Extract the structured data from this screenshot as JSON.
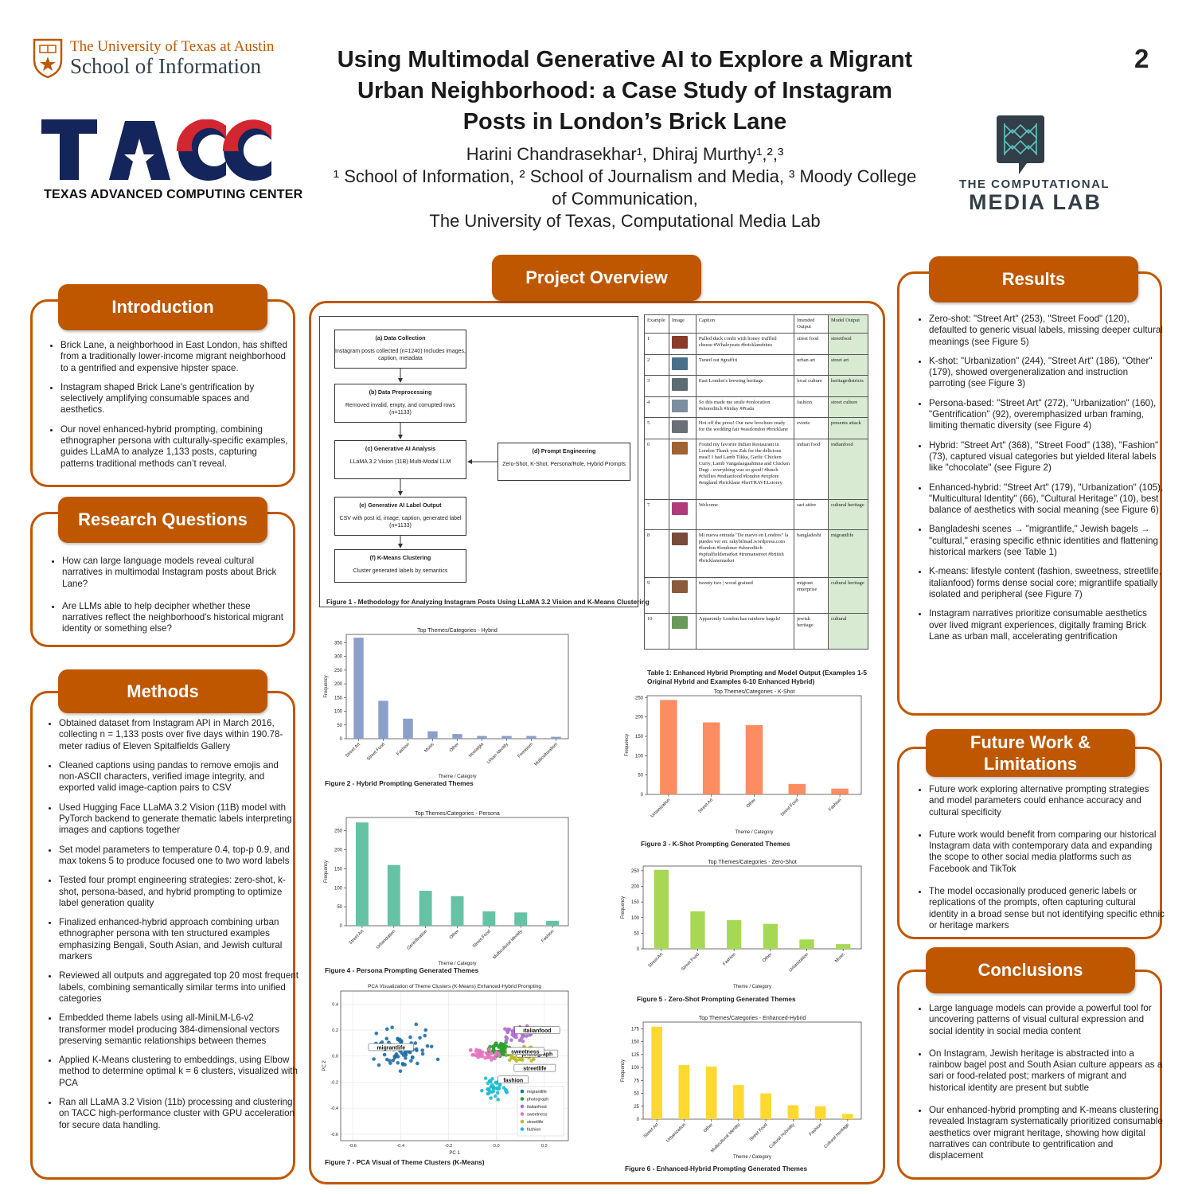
{
  "header": {
    "title_lines": [
      "Using Multimodal Generative AI to Explore a Migrant",
      "Urban Neighborhood: a Case Study of Instagram",
      "Posts in London’s Brick Lane"
    ],
    "authors_line": "Harini Chandrasekhar¹, Dhiraj Murthy¹,²,³",
    "affil_line1": "¹ School of Information, ² School of Journalism and Media, ³ Moody College",
    "affil_line2": "of Communication,",
    "affil_line3": "The University of Texas, Computational Media Lab",
    "page_number": "2"
  },
  "logos": {
    "ut_line1": "The University of Texas at Austin",
    "ut_line2": "School of Information",
    "tacc_sub": "TEXAS ADVANCED COMPUTING CENTER",
    "cml_line1": "THE COMPUTATIONAL",
    "cml_line2": "MEDIA LAB"
  },
  "sections": {
    "introduction": {
      "title": "Introduction",
      "bullets": [
        "Brick Lane, a neighborhood in East London, has shifted from a traditionally lower-income migrant neighborhood to a gentrified and expensive hipster space.",
        "Instagram shaped Brick Lane's gentrification by selectively amplifying consumable spaces and aesthetics.",
        "Our novel enhanced-hybrid prompting, combining ethnographer persona with culturally-specific examples, guides LLaMA to analyze 1,133 posts, capturing patterns traditional methods can’t reveal."
      ]
    },
    "research_questions": {
      "title": "Research Questions",
      "bullets": [
        "How can large language models reveal cultural narratives in multimodal Instagram posts about Brick Lane?",
        "Are LLMs able to help decipher whether these narratives reflect the neighborhood's historical migrant identity or something else?"
      ]
    },
    "methods": {
      "title": "Methods",
      "bullets": [
        "Obtained dataset from Instagram API in March 2016, collecting n = 1,133 posts over five days within 190.78-meter radius of Eleven Spitalfields Gallery",
        "Cleaned captions using pandas to remove emojis and non-ASCII characters, verified image integrity, and exported valid image-caption pairs to CSV",
        "Used Hugging Face LLaMA 3.2 Vision (11B) model with PyTorch backend to generate thematic labels interpreting images and captions together",
        "Set model parameters to temperature 0.4, top-p 0.9, and max tokens 5 to produce focused one to two word labels",
        "Tested four prompt engineering strategies: zero-shot, k-shot, persona-based, and hybrid prompting to optimize label generation quality",
        "Finalized enhanced-hybrid approach combining urban ethnographer persona with ten structured examples emphasizing Bengali, South Asian, and Jewish cultural markers",
        "Reviewed all outputs and aggregated top 20 most frequent labels, combining semantically similar terms into unified categories",
        "Embedded theme labels using all-MiniLM-L6-v2 transformer model producing 384-dimensional vectors preserving semantic relationships between themes",
        "Applied K-Means clustering to embeddings, using Elbow method to determine optimal k = 6 clusters, visualized with PCA",
        "Ran all LLaMA 3.2 Vision (11b) processing and clustering on TACC high-performance cluster with GPU acceleration for secure data handling."
      ]
    },
    "project_overview": {
      "title": "Project Overview"
    },
    "results": {
      "title": "Results",
      "bullets": [
        "Zero-shot: \"Street Art\" (253), \"Street Food\" (120), defaulted to generic visual labels, missing deeper cultural meanings (see Figure 5)",
        "K-shot: \"Urbanization\" (244), \"Street Art\" (186), \"Other\" (179), showed overgeneralization and instruction parroting (see Figure 3)",
        "Persona-based: \"Street Art\" (272), \"Urbanization\" (160), \"Gentrification\" (92), overemphasized urban framing, limiting thematic diversity (see Figure 4)",
        "Hybrid: \"Street Art\" (368), \"Street Food\" (138), \"Fashion\" (73), captured visual categories but yielded literal labels like \"chocolate\" (see Figure 2)",
        "Enhanced-hybrid: \"Street Art\" (179), \"Urbanization\" (105), \"Multicultural Identity\" (66), \"Cultural Heritage\" (10), best balance of aesthetics with social meaning (see Figure 6)",
        "Bangladeshi scenes → \"migrantlife,\" Jewish bagels → \"cultural,\" erasing specific ethnic identities and flattening historical markers (see Table 1)",
        "K-means: lifestyle content (fashion, sweetness, streetlife, italianfood) forms dense social core; migrantlife spatially isolated and peripheral (see Figure 7)",
        "Instagram narratives prioritize consumable aesthetics over lived migrant experiences, digitally framing Brick Lane as urban mall, accelerating gentrification"
      ]
    },
    "future_work": {
      "title_line1": "Future Work &",
      "title_line2": "Limitations",
      "bullets": [
        "Future work exploring alternative prompting strategies and model parameters could enhance accuracy and cultural specificity",
        "Future work would benefit from comparing our historical Instagram data with contemporary data and expanding the scope to other social media platforms such as Facebook and TikTok",
        "The model occasionally produced generic labels or replications of the prompts, often capturing cultural identity in a broad sense but not identifying specific ethnic or heritage markers"
      ]
    },
    "conclusions": {
      "title": "Conclusions",
      "bullets": [
        "Large language models can provide a powerful tool for uncovering patterns of visual cultural expression and social identity in social media content",
        "On Instagram, Jewish heritage is abstracted into a rainbow bagel post and South Asian culture appears as a sari or food-related post; markers of migrant and historical identity are present but subtle",
        "Our enhanced-hybrid prompting and K-means clustering revealed Instagram systematically prioritized consumable aesthetics over migrant heritage, showing how digital narratives can contribute to gentrification and displacement"
      ]
    }
  },
  "figure1": {
    "caption": "Figure 1 - Methodology for Analyzing Instagram Posts Using LLaMA 3.2 Vision and K-Means Clustering",
    "boxes": [
      {
        "title": "(a) Data Collection",
        "text": "Instagram posts collected (n=1240) Includes images, caption, metadata"
      },
      {
        "title": "(b) Data Preprocessing",
        "text": "Removed invalid, empty, and corrupted rows (n=1133)"
      },
      {
        "title": "(c) Generative AI Analysis",
        "text": "LLaMA 3.2 Vision (11B) Multi-Modal LLM"
      },
      {
        "title": "(d) Prompt Engineering",
        "text": "Zero-Shot, K-Shot, Persona/Role, Hybrid Prompts"
      },
      {
        "title": "(e) Generative AI Label Output",
        "text": "CSV with post id, image, caption, generated label (n=1133)"
      },
      {
        "title": "(f) K-Means Clustering",
        "text": "Cluster generated labels by semantics"
      }
    ]
  },
  "table1": {
    "caption_line1": "Table 1:  Enhanced Hybrid Prompting and Model Output (Examples 1-5",
    "caption_line2": "Original Hybrid and Examples 6-10 Enhanced Hybrid)",
    "headers": [
      "Example",
      "Image",
      "Caption",
      "Intended Output",
      "Model Output"
    ],
    "rows": [
      {
        "ex": "1",
        "caption": "Pulled duck confit with honey truffled cheese #Whaleyeats #bricklanebites",
        "intended": "street food",
        "output": "streetfood",
        "color": "#8a3b2a"
      },
      {
        "ex": "2",
        "caption": "Tuned out #graffiti",
        "intended": "urban art",
        "output": "street art",
        "color": "#4a6f8a"
      },
      {
        "ex": "3",
        "caption": "East London's brewing heritage",
        "intended": "local culture",
        "output": "heritagedistricts",
        "color": "#5d6b72"
      },
      {
        "ex": "4",
        "caption": "So this made me smile #onlocation #shoreditch #friday #Prada",
        "intended": "fashion",
        "output": "street culture",
        "color": "#7a8ea0"
      },
      {
        "ex": "5",
        "caption": "Hot off the press! Our new brochure ready for the wedding fair #eastlondon #bricklane",
        "intended": "events",
        "output": "presents attack",
        "color": "#6b6f78"
      },
      {
        "ex": "6",
        "caption": "Found my favorite Indian Restaurant in London Thank you Zak for the delicious meal! I had Lamb Tikka, Garlic Chicken Curry, Lamb Vangalaagaahinna and Chicken Dugi - everything was so good! #lunch #chillies #indianfood #london #explore #england #bricklane #herTRAVELstorey",
        "intended": "indian food",
        "output": "indianfood",
        "color": "#a0622e"
      },
      {
        "ex": "7",
        "caption": "Welcome",
        "intended": "sari attire",
        "output": "cultural heritage",
        "color": "#b03a7a"
      },
      {
        "ex": "8",
        "caption": "Mi nueva entrada \"De nuevo en Londres\" la puedes ver en: rakybilmad.wordpress.com #london #londoner #shoreditch #spitalfieldsmarket #trumanstreet #british #bricklanemarket",
        "intended": "bangladeshi",
        "output": "migrantlife",
        "color": "#7a4a3a"
      },
      {
        "ex": "9",
        "caption": "twenty two | wood grained",
        "intended": "migrant enterprise",
        "output": "cultural heritage",
        "color": "#8a5a3a"
      },
      {
        "ex": "10",
        "caption": "Apparently London has rainbow bagels!",
        "intended": "jewish heritage",
        "output": "cultural",
        "color": "#6a9a5a"
      }
    ]
  },
  "chart_data": [
    {
      "id": "fig2",
      "type": "bar",
      "title": "Top Themes/Categories - Hybrid",
      "xlabel": "Theme / Category",
      "ylabel": "Frequency",
      "caption": "Figure 2 - Hybrid Prompting Generated Themes",
      "categories": [
        "Street Art",
        "Street Food",
        "Fashion",
        "Music",
        "Other",
        "Nostalgia",
        "Urban Identity",
        "Feminism",
        "Multiculturalism"
      ],
      "values": [
        368,
        138,
        73,
        27,
        17,
        10,
        10,
        10,
        7
      ],
      "ylim": [
        0,
        380
      ],
      "yticks": [
        0,
        50,
        100,
        150,
        200,
        250,
        300,
        350
      ],
      "color": "#8c9fca"
    },
    {
      "id": "fig3",
      "type": "bar",
      "title": "Top Themes/Categories - K-Shot",
      "xlabel": "Theme / Category",
      "ylabel": "Frequency",
      "caption": "Figure 3 - K-Shot Prompting Generated Themes",
      "categories": [
        "Urbanization",
        "Street Art",
        "Other",
        "Street Food",
        "Fashion"
      ],
      "values": [
        244,
        186,
        179,
        27,
        15
      ],
      "ylim": [
        0,
        255
      ],
      "yticks": [
        0,
        50,
        100,
        150,
        200,
        250
      ],
      "color": "#fc8d62"
    },
    {
      "id": "fig4",
      "type": "bar",
      "title": "Top Themes/Categories - Persona",
      "xlabel": "Theme / Category",
      "ylabel": "Frequency",
      "caption": "Figure 4 - Persona Prompting Generated Themes",
      "categories": [
        "Street Art",
        "Urbanization",
        "Gentrification",
        "Other",
        "Street Food",
        "Multicultural Identity",
        "Fashion"
      ],
      "values": [
        272,
        160,
        92,
        78,
        38,
        35,
        13
      ],
      "ylim": [
        0,
        285
      ],
      "yticks": [
        0,
        50,
        100,
        150,
        200,
        250
      ],
      "color": "#66c2a5"
    },
    {
      "id": "fig5",
      "type": "bar",
      "title": "Top Themes/Categories - Zero-Shot",
      "xlabel": "Theme / Category",
      "ylabel": "Frequency",
      "caption": "Figure 5 - Zero-Shot Prompting Generated Themes",
      "categories": [
        "Street Art",
        "Street Food",
        "Fashion",
        "Other",
        "Urbanization",
        "Music"
      ],
      "values": [
        253,
        120,
        92,
        80,
        30,
        15
      ],
      "ylim": [
        0,
        265
      ],
      "yticks": [
        0,
        50,
        100,
        150,
        200,
        250
      ],
      "color": "#a6d854"
    },
    {
      "id": "fig6",
      "type": "bar",
      "title": "Top Themes/Categories - Enhanced-Hybrid",
      "xlabel": "Theme / Category",
      "ylabel": "Frequency",
      "caption": "Figure 6 - Enhanced-Hybrid Prompting Generated Themes",
      "categories": [
        "Street Art",
        "Urbanization",
        "Other",
        "Multicultural Identity",
        "Street Food",
        "Cultural Hybridity",
        "Fashion",
        "Cultural Heritage"
      ],
      "values": [
        179,
        105,
        102,
        66,
        50,
        27,
        25,
        10
      ],
      "ylim": [
        0,
        188
      ],
      "yticks": [
        0,
        25,
        50,
        75,
        100,
        125,
        150,
        175
      ],
      "color": "#ffd92f"
    },
    {
      "id": "fig7",
      "type": "scatter",
      "title": "PCA Visualization of Theme Clusters (K-Means) Enhanced-Hybrid Prompting",
      "xlabel": "PC 1",
      "ylabel": "PC 2",
      "caption": "Figure 7 - PCA Visual of Theme Clusters (K-Means)",
      "xlim": [
        -0.65,
        0.3
      ],
      "ylim": [
        -0.65,
        0.5
      ],
      "xticks": [
        -0.6,
        -0.4,
        -0.2,
        0.0,
        0.2
      ],
      "yticks": [
        -0.6,
        -0.4,
        -0.2,
        0.0,
        0.2,
        0.4
      ],
      "clusters": [
        {
          "name": "migrantlife",
          "color": "#1f6fa8",
          "center": [
            -0.38,
            0.06
          ],
          "spread": [
            0.17,
            0.22
          ],
          "n": 75,
          "label_at": [
            -0.44,
            0.06
          ]
        },
        {
          "name": "photograph",
          "color": "#2ca02c",
          "center": [
            0.02,
            0.05
          ],
          "spread": [
            0.08,
            0.07
          ],
          "n": 65,
          "label_at": [
            0.17,
            0.01
          ]
        },
        {
          "name": "italianfood",
          "color": "#b070d0",
          "center": [
            0.1,
            0.17
          ],
          "spread": [
            0.08,
            0.08
          ],
          "n": 50,
          "label_at": [
            0.17,
            0.19
          ]
        },
        {
          "name": "sweetness",
          "color": "#e377c2",
          "center": [
            -0.05,
            0.02
          ],
          "spread": [
            0.08,
            0.07
          ],
          "n": 45,
          "label_at": [
            0.12,
            0.03
          ]
        },
        {
          "name": "streetlife",
          "color": "#bcbd22",
          "center": [
            0.1,
            0.02
          ],
          "spread": [
            0.08,
            0.09
          ],
          "n": 55,
          "label_at": [
            0.16,
            -0.1
          ]
        },
        {
          "name": "fashion",
          "color": "#17becf",
          "center": [
            0.0,
            -0.25
          ],
          "spread": [
            0.07,
            0.14
          ],
          "n": 40,
          "label_at": [
            0.07,
            -0.19
          ]
        }
      ]
    }
  ]
}
